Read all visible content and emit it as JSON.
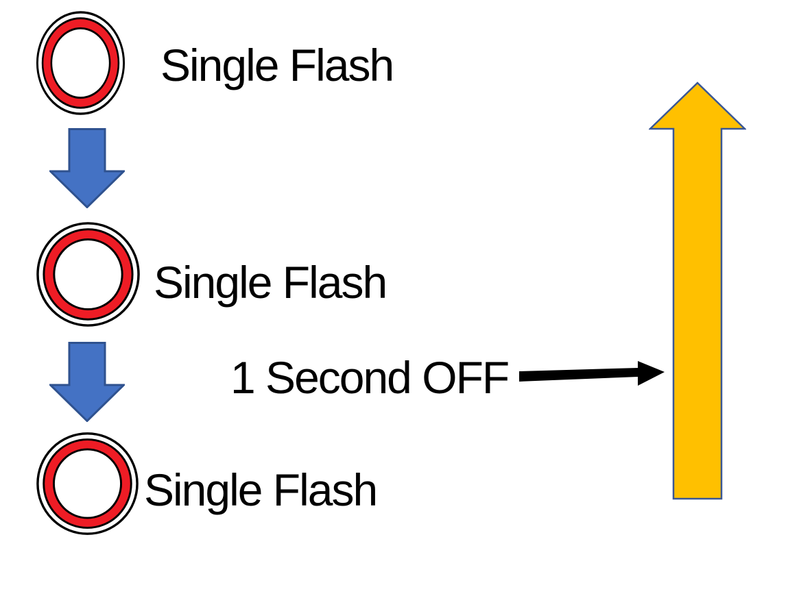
{
  "diagram": {
    "steps": [
      {
        "label": "Single Flash"
      },
      {
        "label": "Single Flash"
      },
      {
        "label": "Single Flash"
      }
    ],
    "annotation": {
      "label": "1 Second OFF"
    }
  },
  "icons": {
    "flash": "flash-circle-icon",
    "sequence": "down-arrow-icon",
    "pointer": "right-arrow-icon",
    "duration": "up-arrow-icon"
  },
  "colors": {
    "background": "#FFFFFF",
    "flash_red": "#EE1C25",
    "outline": "#000000",
    "down_arrow_fill": "#4472C4",
    "down_arrow_stroke": "#2F528F",
    "up_arrow_fill": "#FFC000",
    "up_arrow_stroke": "#3A5795",
    "connector": "#000000",
    "text": "#000000"
  }
}
